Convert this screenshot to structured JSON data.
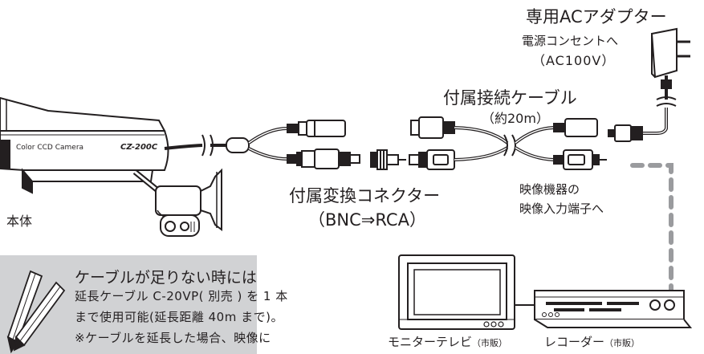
{
  "labels": {
    "adapter_title": "専用ACアダプター",
    "outlet_line1": "電源コンセントへ",
    "outlet_line2": "（AC100V）",
    "cable_title": "付属接続ケーブル",
    "cable_length": "（約20m）",
    "body": "本体",
    "converter_line1": "付属変換コネクター",
    "converter_line2": "（BNC⇒RCA）",
    "video_input_line1": "映像機器の",
    "video_input_line2": "映像入力端子へ",
    "monitor": "モニターテレビ",
    "monitor_note": "（市販）",
    "recorder": "レコーダー",
    "recorder_note": "（市販）",
    "camera_brand": "Color CCD Camera",
    "camera_model": "CZ-200C"
  },
  "note": {
    "title": "ケーブルが足りない時には",
    "line1": "延長ケーブル C-20VP( 別売 ) を 1 本",
    "line2": "まで使用可能(延長距離 40m まで)。",
    "line3": "※ケーブルを延長した場合、映像に"
  },
  "colors": {
    "ink": "#231f20",
    "note_bg": "#d1d2d4",
    "dash": "#9a9b9e"
  }
}
